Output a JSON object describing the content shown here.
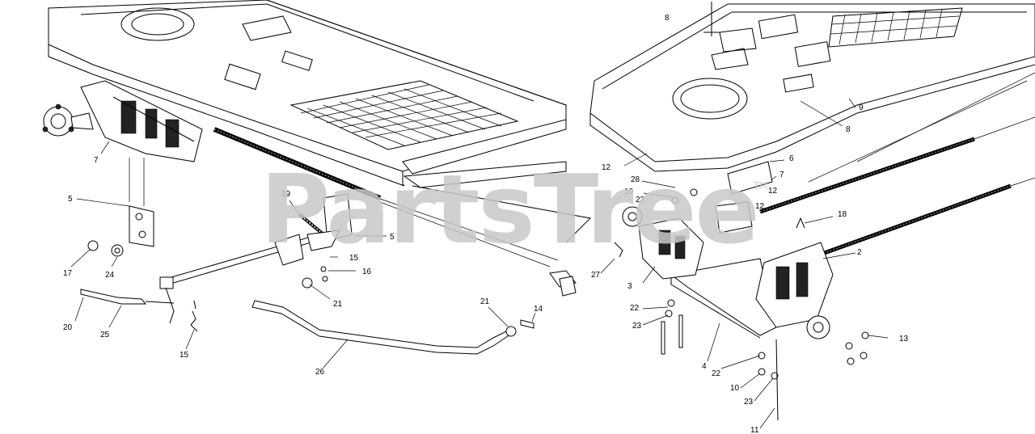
{
  "watermark": {
    "text": "PartsTree",
    "trademark": "TM"
  },
  "callouts": [
    {
      "id": "c-left-7",
      "text": "7"
    },
    {
      "id": "c-left-5a",
      "text": "5"
    },
    {
      "id": "c-left-19",
      "text": "19"
    },
    {
      "id": "c-left-5b",
      "text": "5"
    },
    {
      "id": "c-left-15a",
      "text": "15"
    },
    {
      "id": "c-left-16",
      "text": "16"
    },
    {
      "id": "c-left-17",
      "text": "17"
    },
    {
      "id": "c-left-24",
      "text": "24"
    },
    {
      "id": "c-left-21a",
      "text": "21"
    },
    {
      "id": "c-left-20",
      "text": "20"
    },
    {
      "id": "c-left-25",
      "text": "25"
    },
    {
      "id": "c-left-15b",
      "text": "15"
    },
    {
      "id": "c-left-26",
      "text": "26"
    },
    {
      "id": "c-left-21b",
      "text": "21"
    },
    {
      "id": "c-left-14",
      "text": "14"
    },
    {
      "id": "c-right-8a",
      "text": "8"
    },
    {
      "id": "c-right-9",
      "text": "9"
    },
    {
      "id": "c-right-8b",
      "text": "8"
    },
    {
      "id": "c-right-12a",
      "text": "12"
    },
    {
      "id": "c-right-6",
      "text": "6"
    },
    {
      "id": "c-right-7",
      "text": "7"
    },
    {
      "id": "c-right-28",
      "text": "28"
    },
    {
      "id": "c-right-12b",
      "text": "12"
    },
    {
      "id": "c-right-10a",
      "text": "10"
    },
    {
      "id": "c-right-22a",
      "text": "22"
    },
    {
      "id": "c-right-12c",
      "text": "12"
    },
    {
      "id": "c-right-18",
      "text": "18"
    },
    {
      "id": "c-right-2",
      "text": "2"
    },
    {
      "id": "c-right-27",
      "text": "27"
    },
    {
      "id": "c-right-3",
      "text": "3"
    },
    {
      "id": "c-right-22b",
      "text": "22"
    },
    {
      "id": "c-right-23a",
      "text": "23"
    },
    {
      "id": "c-right-13",
      "text": "13"
    },
    {
      "id": "c-right-4",
      "text": "4"
    },
    {
      "id": "c-right-22c",
      "text": "22"
    },
    {
      "id": "c-right-10b",
      "text": "10"
    },
    {
      "id": "c-right-23b",
      "text": "23"
    },
    {
      "id": "c-right-11",
      "text": "11"
    }
  ]
}
